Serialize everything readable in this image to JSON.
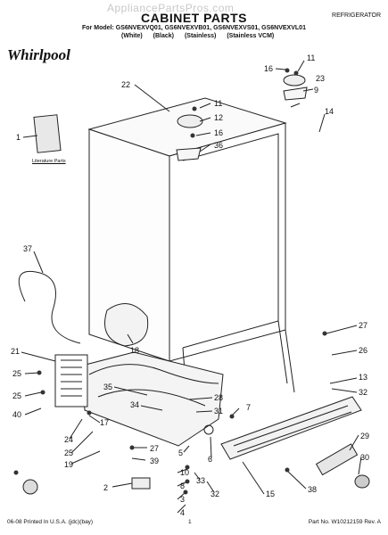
{
  "header": {
    "watermark": "AppliancePartsPros.com",
    "title": "CABINET PARTS",
    "category": "REFRIGERATOR",
    "models": "For Model: GS6NVEXVQ01, GS6NVEXVB01, GS6NVEXVS01, GS6NVEXVL01",
    "finishes": [
      "(White)",
      "(Black)",
      "(Stainless)",
      "(Stainless VCM)"
    ],
    "brand": "Whirlpool"
  },
  "literature_label": "Literature Parts",
  "callouts": [
    {
      "id": "c22",
      "text": "22"
    },
    {
      "id": "c16a",
      "text": "16"
    },
    {
      "id": "c11a",
      "text": "11"
    },
    {
      "id": "c23",
      "text": "23"
    },
    {
      "id": "c9",
      "text": "9"
    },
    {
      "id": "c14",
      "text": "14"
    },
    {
      "id": "c11b",
      "text": "11"
    },
    {
      "id": "c12",
      "text": "12"
    },
    {
      "id": "c16b",
      "text": "16"
    },
    {
      "id": "c36",
      "text": "36"
    },
    {
      "id": "c1",
      "text": "1"
    },
    {
      "id": "c37",
      "text": "37"
    },
    {
      "id": "c18",
      "text": "18"
    },
    {
      "id": "c27a",
      "text": "27"
    },
    {
      "id": "c26",
      "text": "26"
    },
    {
      "id": "c21",
      "text": "21"
    },
    {
      "id": "c25a",
      "text": "25"
    },
    {
      "id": "c25b",
      "text": "25"
    },
    {
      "id": "c40",
      "text": "40"
    },
    {
      "id": "c35",
      "text": "35"
    },
    {
      "id": "c34",
      "text": "34"
    },
    {
      "id": "c28",
      "text": "28"
    },
    {
      "id": "c31",
      "text": "31"
    },
    {
      "id": "c7",
      "text": "7"
    },
    {
      "id": "c13",
      "text": "13"
    },
    {
      "id": "c32a",
      "text": "32"
    },
    {
      "id": "c17",
      "text": "17"
    },
    {
      "id": "c24",
      "text": "24"
    },
    {
      "id": "c25c",
      "text": "25"
    },
    {
      "id": "c19",
      "text": "19"
    },
    {
      "id": "c27b",
      "text": "27"
    },
    {
      "id": "c39",
      "text": "39"
    },
    {
      "id": "c29",
      "text": "29"
    },
    {
      "id": "c5",
      "text": "5"
    },
    {
      "id": "c6",
      "text": "6"
    },
    {
      "id": "c30",
      "text": "30"
    },
    {
      "id": "c2",
      "text": "2"
    },
    {
      "id": "c10",
      "text": "10"
    },
    {
      "id": "c33",
      "text": "33"
    },
    {
      "id": "c8",
      "text": "8"
    },
    {
      "id": "c3",
      "text": "3"
    },
    {
      "id": "c38",
      "text": "38"
    },
    {
      "id": "c32b",
      "text": "32"
    },
    {
      "id": "c15",
      "text": "15"
    },
    {
      "id": "c4",
      "text": "4"
    }
  ],
  "footer": {
    "printed": "06-08 Printed In U.S.A. (jdc)(bay)",
    "page": "1",
    "part_number": "Part No. W10212159 Rev. A"
  }
}
